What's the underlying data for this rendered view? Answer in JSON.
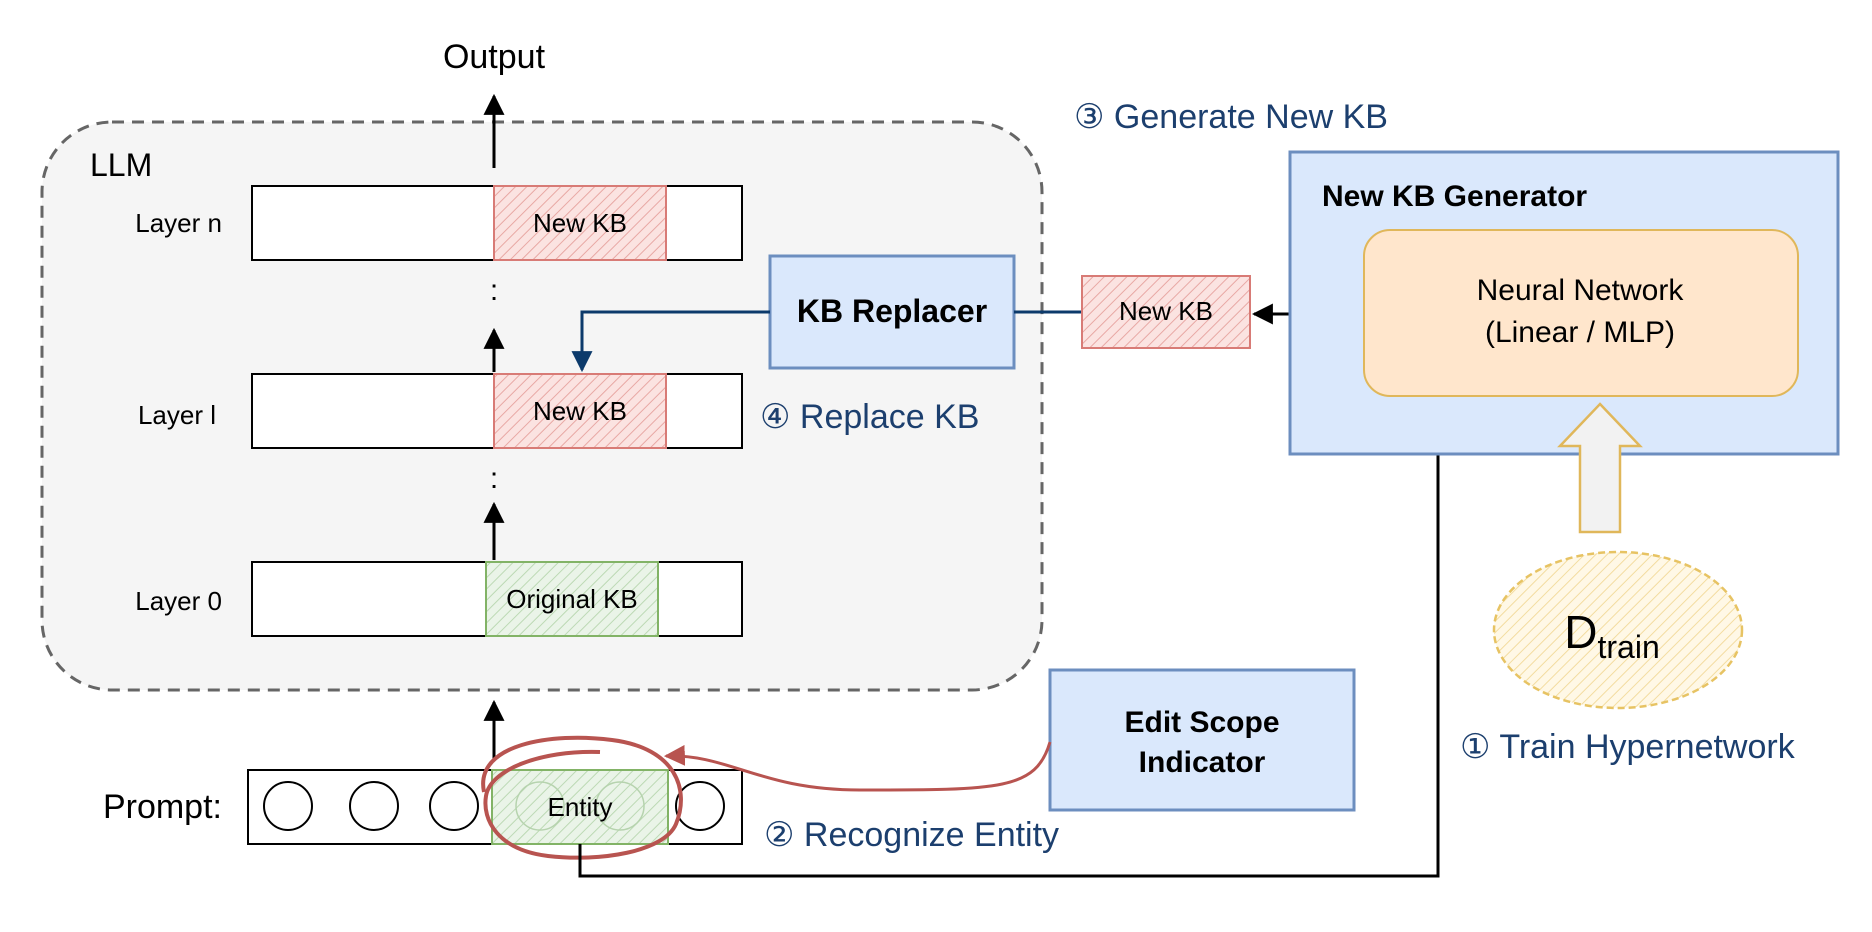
{
  "labels": {
    "output": "Output",
    "llm": "LLM",
    "layer_n": "Layer n",
    "layer_l": "Layer l",
    "layer_0": "Layer 0",
    "prompt": "Prompt:",
    "vdots_upper": ":",
    "vdots_lower": ":"
  },
  "blocks": {
    "new_kb_top": "New KB",
    "new_kb_mid": "New KB",
    "original_kb": "Original KB",
    "entity": "Entity",
    "new_kb_gen_output": "New KB",
    "kb_replacer": "KB Replacer",
    "edit_scope_line1": "Edit Scope",
    "edit_scope_line2": "Indicator",
    "generator_title": "New KB Generator",
    "neural_net_line1": "Neural Network",
    "neural_net_line2": "(Linear / MLP)",
    "dtrain_main": "D",
    "dtrain_sub": "train"
  },
  "steps": {
    "s1": "① Train Hypernetwork",
    "s2": "② Recognize Entity",
    "s3": "③ Generate New KB",
    "s4": "④ Replace KB"
  },
  "colors": {
    "step_text": "#1c3f6e",
    "blue_fill": "#dae8fc",
    "blue_stroke": "#6c8ebf",
    "red_fill": "#f8cecc",
    "red_stroke": "#b85450",
    "green_fill": "#d5e8d4",
    "green_stroke": "#82b366",
    "orange_fill": "#ffe6cc",
    "orange_stroke": "#d6b656",
    "llm_fill": "#f5f5f5",
    "llm_stroke": "#666666"
  }
}
